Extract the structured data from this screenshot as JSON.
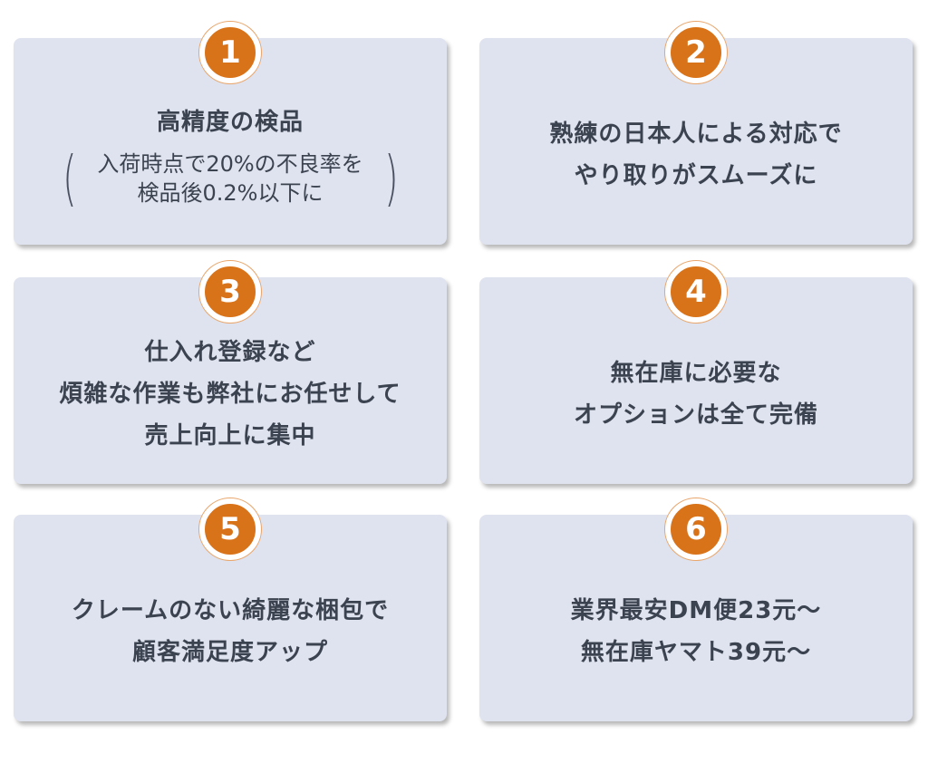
{
  "cards": [
    {
      "number": "1",
      "title": "高精度の検品",
      "note_lines": [
        "入荷時点で20%の不良率を",
        "検品後0.2%以下に"
      ]
    },
    {
      "number": "2",
      "lines": [
        "熟練の日本人による対応で",
        "やり取りがスムーズに"
      ]
    },
    {
      "number": "3",
      "lines": [
        "仕入れ登録など",
        "煩雑な作業も弊社にお任せして",
        "売上向上に集中"
      ]
    },
    {
      "number": "4",
      "lines": [
        "無在庫に必要な",
        "オプションは全て完備"
      ]
    },
    {
      "number": "5",
      "lines": [
        "クレームのない綺麗な梱包で",
        "顧客満足度アップ"
      ]
    },
    {
      "number": "6",
      "lines": [
        "業界最安DM便23元〜",
        "無在庫ヤマト39元〜"
      ]
    }
  ],
  "colors": {
    "card_bg": "#dfe3ef",
    "badge": "#d9731a",
    "text": "#3c4350"
  }
}
